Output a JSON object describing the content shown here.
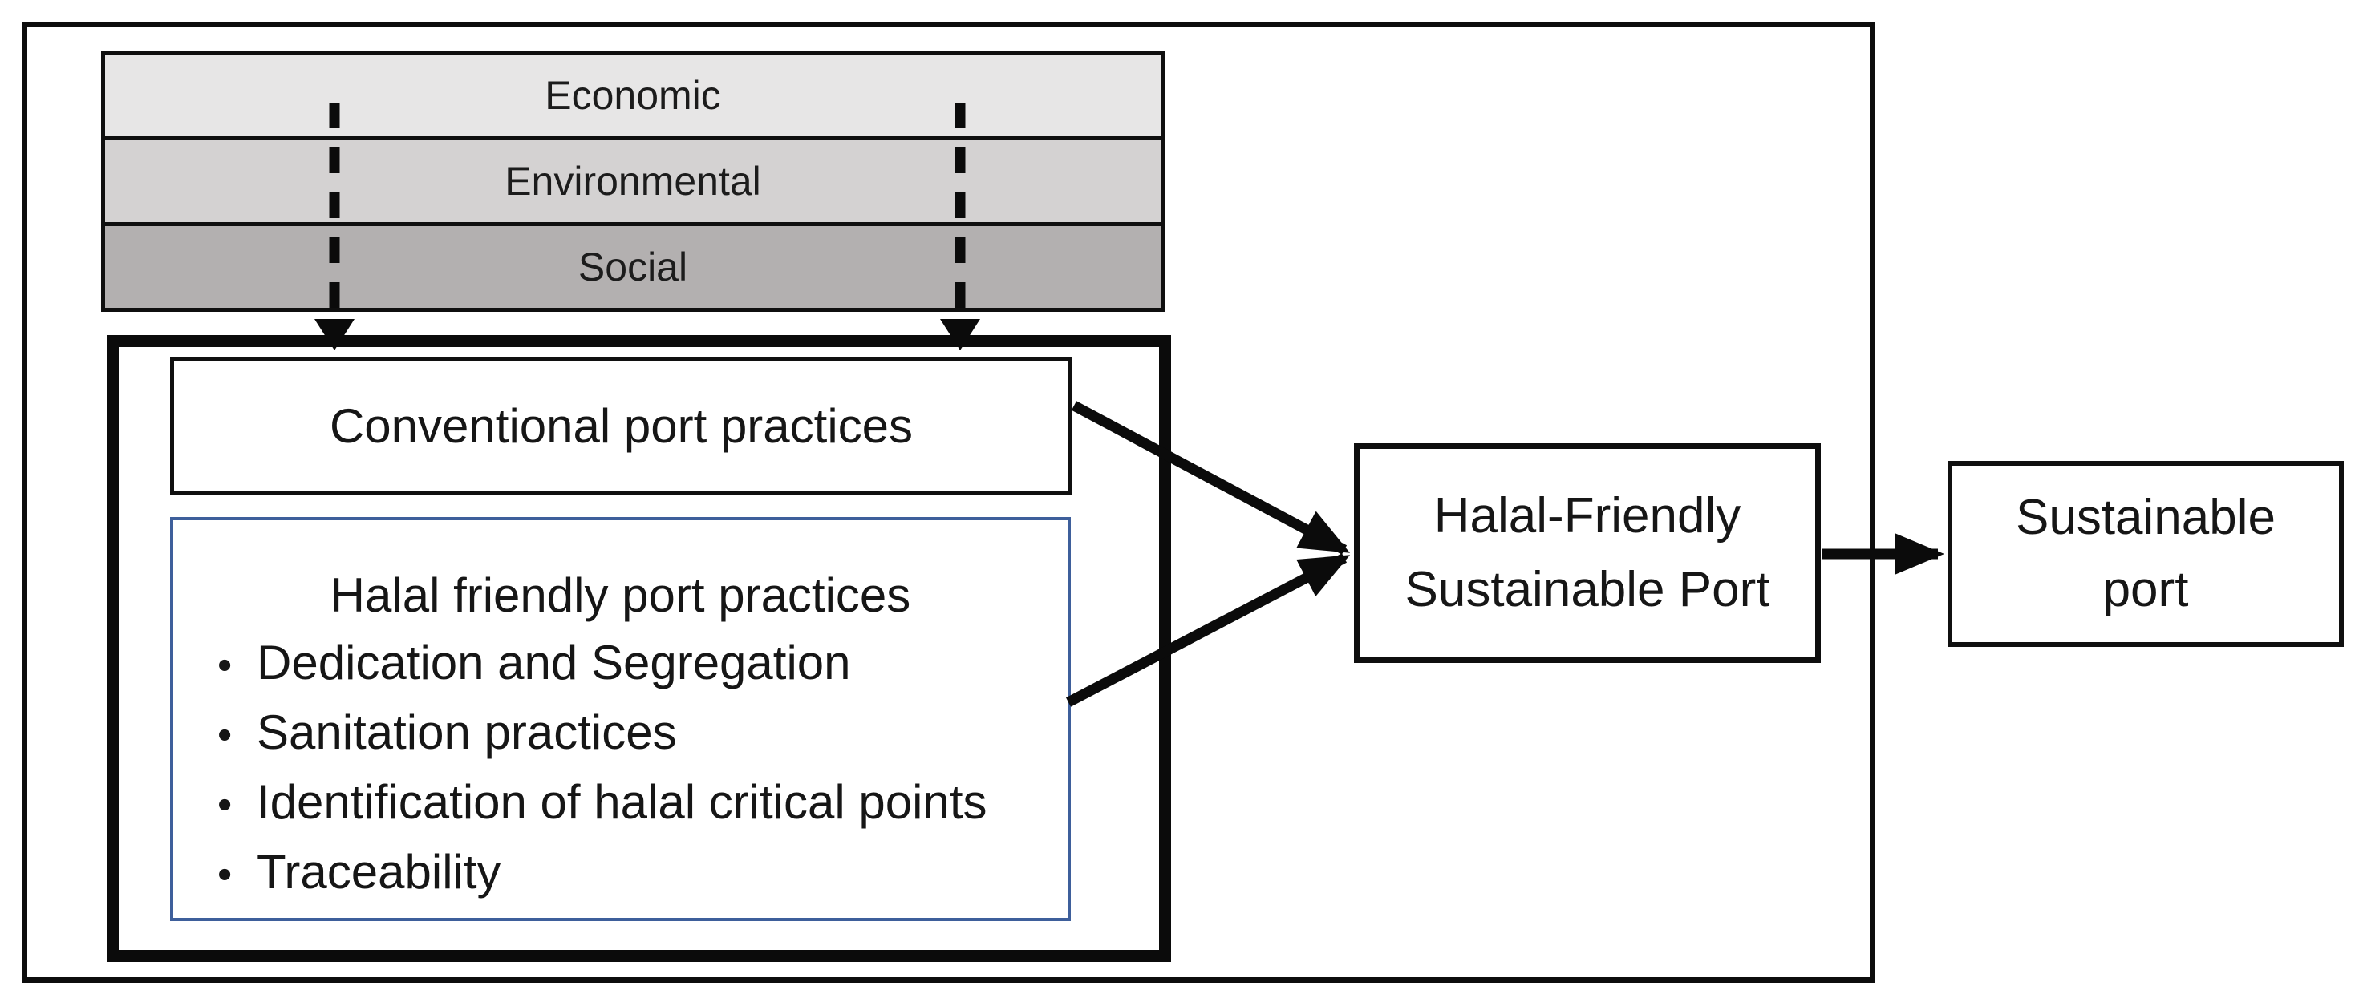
{
  "diagram": {
    "title_semantic": "Halal-friendly sustainable port conceptual framework",
    "pillars": [
      {
        "label": "Economic",
        "fill": "#e7e6e6"
      },
      {
        "label": "Environmental",
        "fill": "#d4d2d2"
      },
      {
        "label": "Social",
        "fill": "#b3b0b0"
      }
    ],
    "conventional_box": {
      "label": "Conventional port practices"
    },
    "halal_practices_box": {
      "title": "Halal friendly port practices",
      "bullet_char": "•",
      "bullets": [
        "Dedication and Segregation",
        "Sanitation practices",
        "Identification of halal critical points",
        "Traceability"
      ],
      "border_color": "#3e5f9b"
    },
    "halal_friendly_port_box": {
      "line1": "Halal-Friendly",
      "line2": "Sustainable Port"
    },
    "sustainable_port_box": {
      "line1": "Sustainable",
      "line2": "port"
    },
    "colors": {
      "line_black": "#0d0d0d",
      "background": "#ffffff",
      "blue_border": "#3e5f9b"
    }
  }
}
